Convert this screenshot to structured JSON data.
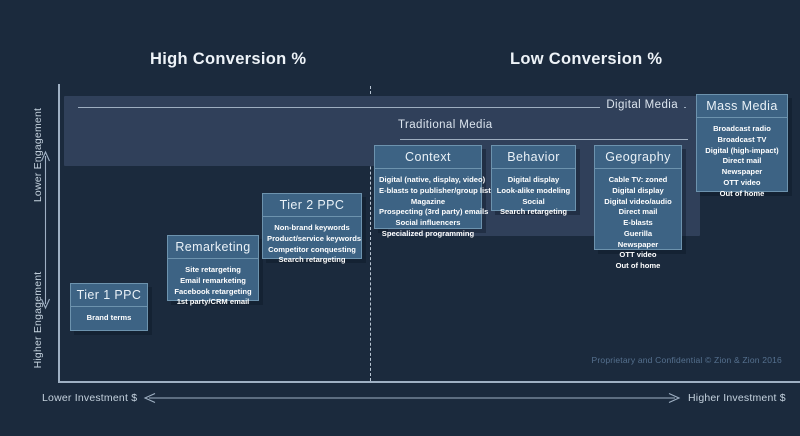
{
  "headings": {
    "high_conversion": "High Conversion %",
    "low_conversion": "Low Conversion %"
  },
  "axes": {
    "y_top_label": "Lower Engagement",
    "y_bottom_label": "Higher Engagement",
    "x_left_label": "Lower Investment $",
    "x_right_label": "Higher Investment $"
  },
  "panels": {
    "digital": {
      "label": "Digital Media"
    },
    "traditional": {
      "label": "Traditional Media"
    }
  },
  "cards": {
    "tier1": {
      "title": "Tier 1 PPC",
      "items": [
        "Brand terms"
      ]
    },
    "remarketing": {
      "title": "Remarketing",
      "items": [
        "Site retargeting",
        "Email remarketing",
        "Facebook retargeting",
        "1st party/CRM email"
      ]
    },
    "tier2": {
      "title": "Tier 2 PPC",
      "items": [
        "Non-brand keywords",
        "Product/service keywords",
        "Competitor conquesting",
        "Search retargeting"
      ]
    },
    "context": {
      "title": "Context",
      "items": [
        "Digital (native, display, video)",
        "E-blasts to publisher/group lists",
        "Magazine",
        "Prospecting (3rd party) emails",
        "Social influencers",
        "Specialized programming"
      ]
    },
    "behavior": {
      "title": "Behavior",
      "items": [
        "Digital display",
        "Look-alike modeling",
        "Social",
        "Search retargeting"
      ]
    },
    "geography": {
      "title": "Geography",
      "items": [
        "Cable TV: zoned",
        "Digital display",
        "Digital video/audio",
        "Direct mail",
        "E-blasts",
        "Guerilla",
        "Newspaper",
        "OTT video",
        "Out of home"
      ]
    },
    "mass_media": {
      "title": "Mass Media",
      "items": [
        "Broadcast radio",
        "Broadcast TV",
        "Digital (high-impact)",
        "Direct mail",
        "Newspaper",
        "OTT video",
        "Out of home"
      ]
    }
  },
  "footer": {
    "text": "Proprietary and Confidential © Zion & Zion 2016"
  },
  "colors": {
    "background": "#1b2a3d",
    "panel": "#30405a",
    "card": "#3d6384",
    "card_border": "#6d93ae",
    "axis": "#9fb0c3",
    "heading_text": "#eef3f8",
    "footer_text": "#56718f"
  }
}
